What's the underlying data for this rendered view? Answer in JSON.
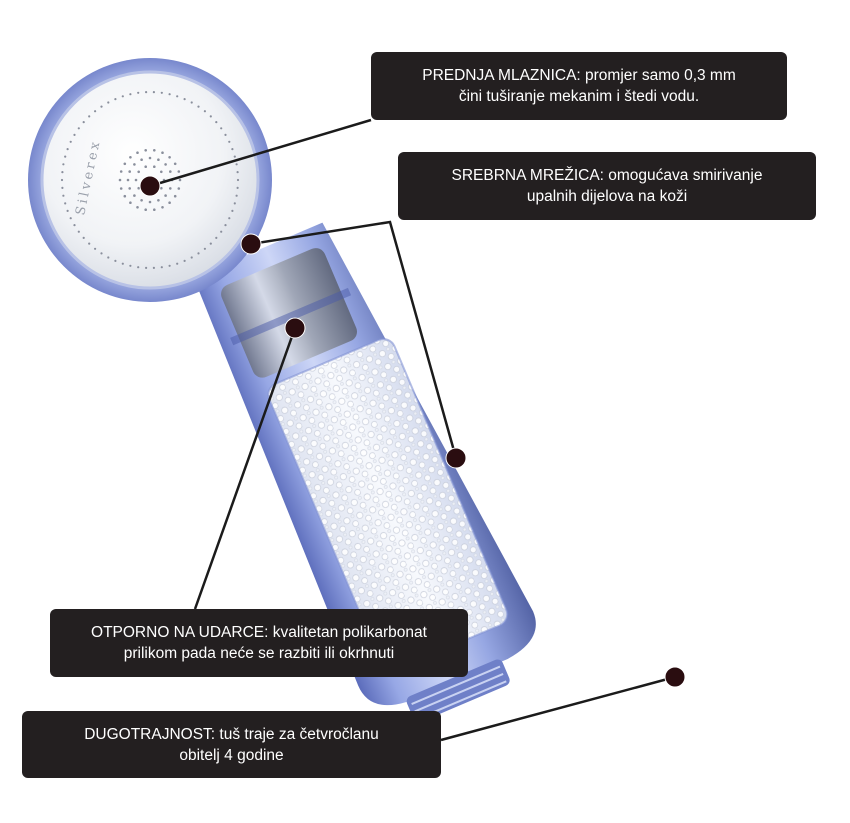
{
  "product": {
    "brand_mark": "Silverex"
  },
  "callouts": [
    {
      "id": "front-nozzle",
      "line1": "PREDNJA MLAZNICA: promjer samo 0,3 mm",
      "line2": "čini tuširanje mekanim i štedi vodu."
    },
    {
      "id": "silver-mesh",
      "line1": "SREBRNA MREŽICA: omogućava smirivanje",
      "line2": "upalnih dijelova na koži"
    },
    {
      "id": "impact-resistant",
      "line1": "OTPORNO NA UDARCE: kvalitetan polikarbonat",
      "line2": "prilikom pada neće se razbiti ili okrhnuti"
    },
    {
      "id": "durability",
      "line1": "DUGOTRAJNOST: tuš traje za četvročlanu",
      "line2": "obitelj 4 godine"
    }
  ],
  "colors": {
    "callout_bg": "#231f20",
    "callout_text": "#ffffff",
    "body_plastic": "#7d8ed6",
    "marker": "#2a0d10"
  }
}
